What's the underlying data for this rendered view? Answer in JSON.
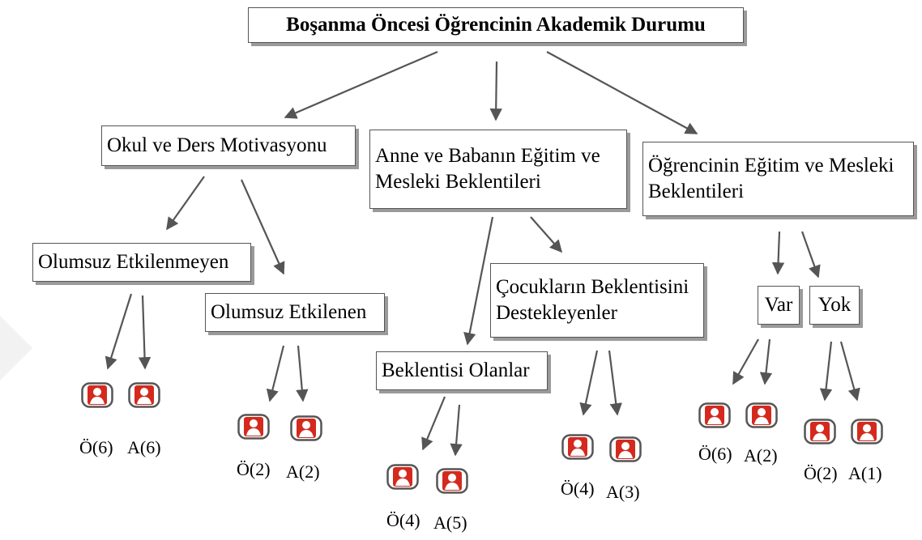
{
  "title": "Boşanma Öncesi Öğrencinin Akademik Durumu",
  "categories": {
    "motivation": "Okul ve Ders Motivasyonu",
    "parent_expectations": [
      "Anne ve Babanın Eğitim ve",
      "Mesleki Beklentileri"
    ],
    "student_expectations": [
      "Öğrencinin Eğitim ve Mesleki",
      "Beklentileri"
    ]
  },
  "subcategories": {
    "not_affected": "Olumsuz Etkilenmeyen",
    "affected": "Olumsuz Etkilenen",
    "has_expectation": "Beklentisi Olanlar",
    "supporting": [
      "Çocukların Beklentisini",
      "Destekleyenler"
    ],
    "yes": "Var",
    "no": "Yok"
  },
  "counts": {
    "not_affected": {
      "student": "Ö(6)",
      "parent": "A(6)"
    },
    "affected": {
      "student": "Ö(2)",
      "parent": "A(2)"
    },
    "has_expectation": {
      "student": "Ö(4)",
      "parent": "A(5)"
    },
    "supporting": {
      "student": "Ö(4)",
      "parent": "A(3)"
    },
    "yes": {
      "student": "Ö(6)",
      "parent": "A(2)"
    },
    "no": {
      "student": "Ö(2)",
      "parent": "A(1)"
    }
  },
  "colors": {
    "icon": "#d42a1e",
    "arrow": "#555555",
    "border": "#555555",
    "shadow": "#9a9a9a"
  },
  "icon_name": "person-icon"
}
